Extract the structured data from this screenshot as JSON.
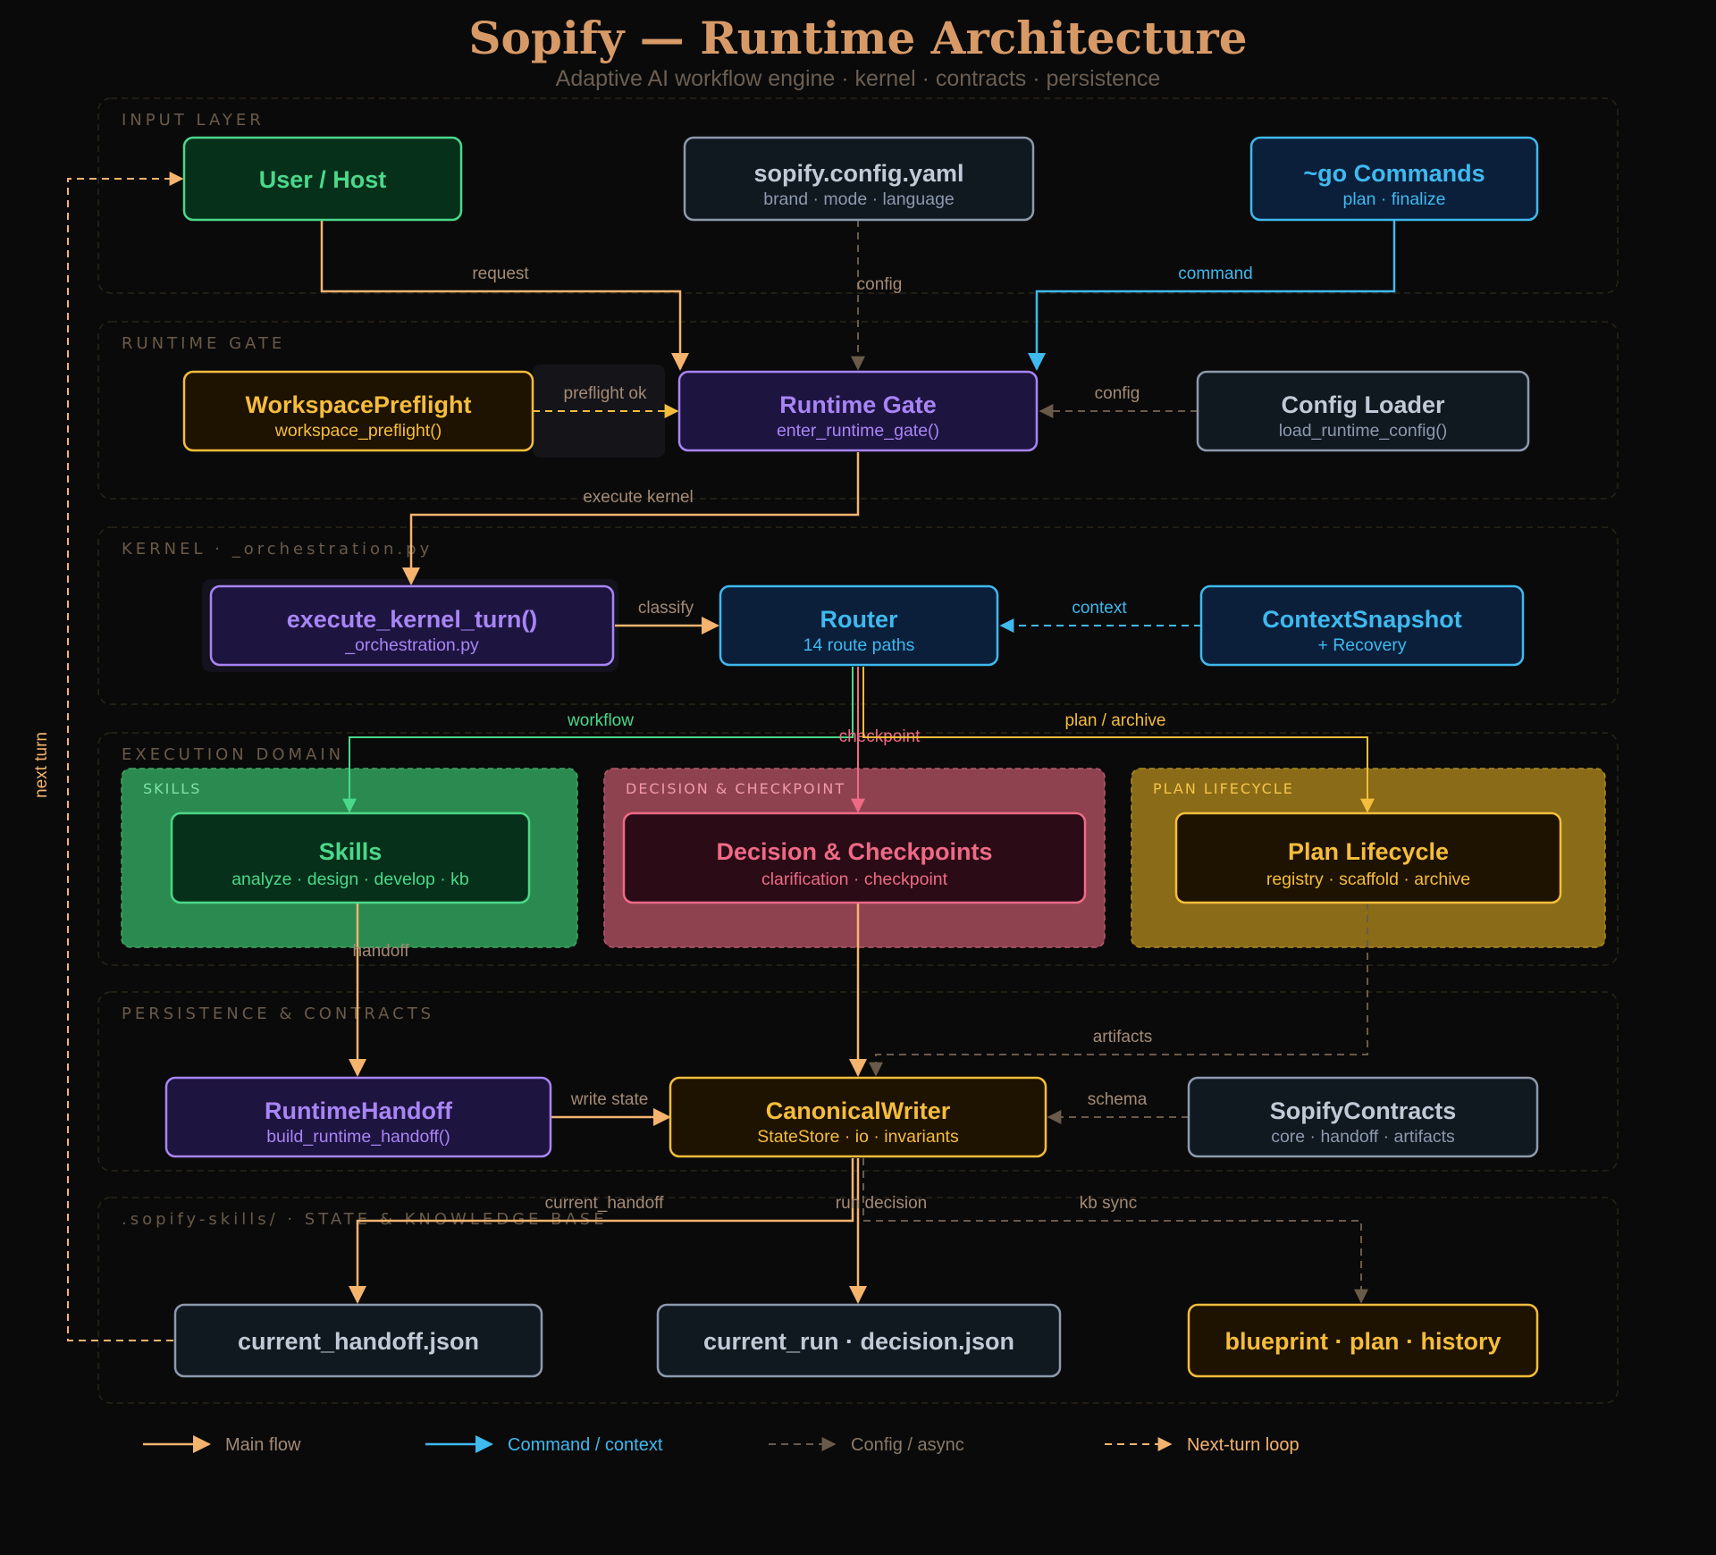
{
  "header": {
    "title": "Sopify — Runtime Architecture",
    "subtitle": "Adaptive AI workflow engine · kernel · contracts · persistence"
  },
  "colors": {
    "background": "#0a0a0a",
    "main_flow": "#f4b46e",
    "command_context": "#3fb9ee",
    "config_async": "#6a5a49",
    "green": "#4bd88a",
    "purple": "#a885f5",
    "yellow": "#f5bd3c",
    "pink": "#ee6a86",
    "slate": "#8d9aad"
  },
  "layers": {
    "input": "INPUT LAYER",
    "gate": "RUNTIME GATE",
    "kernel": "KERNEL · _orchestration.py",
    "execution": "EXECUTION DOMAIN",
    "persistence": "PERSISTENCE & CONTRACTS",
    "state": ".sopify-skills/ · STATE & KNOWLEDGE BASE"
  },
  "groups": {
    "skills": "SKILLS",
    "decision": "DECISION & CHECKPOINT",
    "plan": "PLAN LIFECYCLE"
  },
  "nodes": {
    "user_host": {
      "title": "User / Host"
    },
    "config_yaml": {
      "title": "sopify.config.yaml",
      "sub": "brand · mode · language"
    },
    "go_commands": {
      "title": "~go Commands",
      "sub": "plan · finalize"
    },
    "workspace_preflight": {
      "title": "WorkspacePreflight",
      "sub": "workspace_preflight()"
    },
    "runtime_gate": {
      "title": "Runtime Gate",
      "sub": "enter_runtime_gate()"
    },
    "config_loader": {
      "title": "Config Loader",
      "sub": "load_runtime_config()"
    },
    "kernel_turn": {
      "title": "execute_kernel_turn()",
      "sub": "_orchestration.py"
    },
    "router": {
      "title": "Router",
      "sub": "14 route paths"
    },
    "context_snapshot": {
      "title": "ContextSnapshot",
      "sub": "+ Recovery"
    },
    "skills": {
      "title": "Skills",
      "sub": "analyze · design · develop · kb"
    },
    "decisions": {
      "title": "Decision & Checkpoints",
      "sub": "clarification · checkpoint"
    },
    "plan_lifecycle": {
      "title": "Plan Lifecycle",
      "sub": "registry · scaffold · archive"
    },
    "runtime_handoff": {
      "title": "RuntimeHandoff",
      "sub": "build_runtime_handoff()"
    },
    "canonical_writer": {
      "title": "CanonicalWriter",
      "sub": "StateStore · io · invariants"
    },
    "sopify_contracts": {
      "title": "SopifyContracts",
      "sub": "core · handoff · artifacts"
    },
    "current_handoff_json": {
      "title": "current_handoff.json"
    },
    "current_run_json": {
      "title": "current_run · decision.json"
    },
    "blueprint": {
      "title": "blueprint · plan · history"
    }
  },
  "edges": {
    "request": "request",
    "config": "config",
    "command": "command",
    "preflight_ok": "preflight ok",
    "config_loader": "config",
    "execute_kernel": "execute kernel",
    "classify": "classify",
    "context": "context",
    "workflow": "workflow",
    "checkpoint": "checkpoint",
    "plan_archive": "plan / archive",
    "handoff": "handoff",
    "artifacts": "artifacts",
    "write_state": "write state",
    "schema": "schema",
    "current_handoff": "current_handoff",
    "run_decision": "run decision",
    "kb_sync": "kb sync",
    "next_turn": "next turn"
  },
  "legend": {
    "main_flow": "Main flow",
    "command_context": "Command / context",
    "config_async": "Config / async",
    "next_turn_loop": "Next-turn loop"
  }
}
